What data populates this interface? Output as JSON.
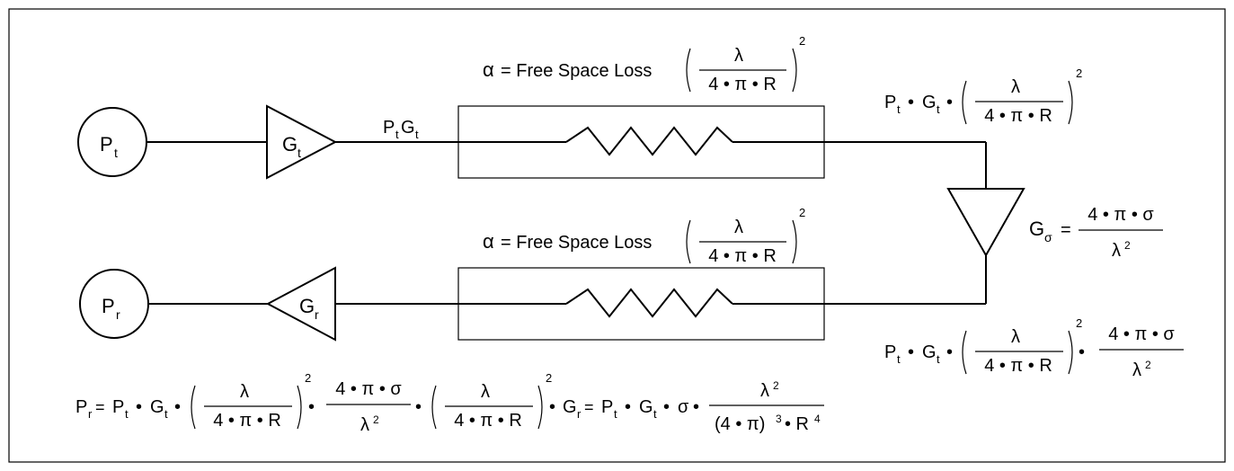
{
  "diagram": {
    "nodes": {
      "transmitter": {
        "sym": "P",
        "sub": "t"
      },
      "receiver": {
        "sym": "P",
        "sub": "r"
      }
    },
    "amplifiers": {
      "tx_gain": {
        "sym": "G",
        "sub": "t"
      },
      "rx_gain": {
        "sym": "G",
        "sub": "r"
      },
      "target_gain": {
        "sym": "G",
        "sub": "σ"
      }
    },
    "signal_label": {
      "p": "P",
      "p_sub": "t",
      "g": "G",
      "g_sub": "t"
    },
    "loss_label": {
      "alpha": "α",
      "text": "= Free Space Loss"
    },
    "fraction": {
      "lambda": "λ",
      "denominator": "4 • π • R",
      "exponent": "2",
      "gain_numerator": "4 • π • σ",
      "gain_denominator_sym": "λ",
      "gain_denominator_exp": "2"
    },
    "symbols": {
      "P": "P",
      "G": "G",
      "t": "t",
      "r": "r",
      "dot": "•",
      "eq": "=",
      "sigma": "σ",
      "lambda": "λ",
      "two": "2",
      "tail_denominator": "(4 • π)",
      "tail_denominator_exp": "3",
      "tail_R": "• R",
      "tail_R_exp": "4"
    },
    "colors": {
      "line": "#000000",
      "background": "#ffffff",
      "frame": "#000000"
    }
  }
}
